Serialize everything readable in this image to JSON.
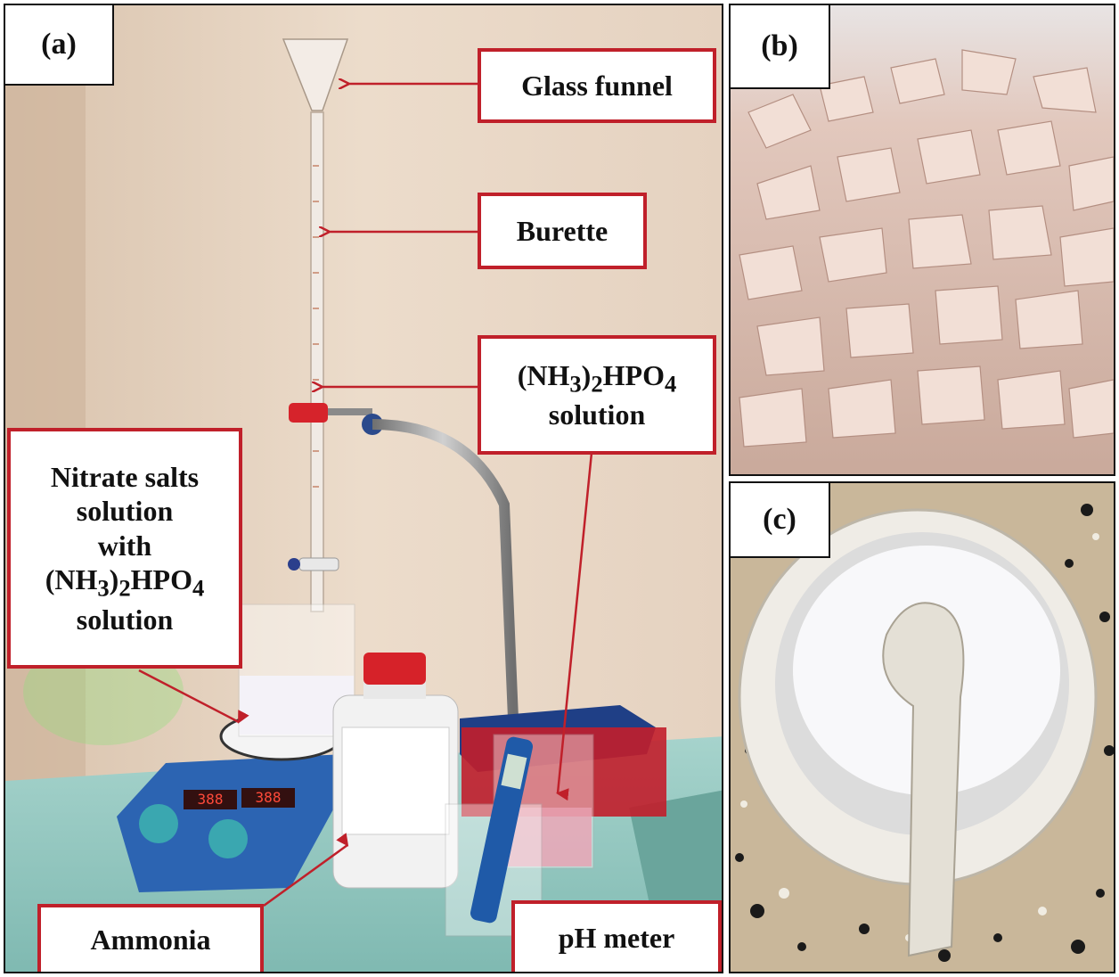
{
  "panels": {
    "a": {
      "letter": "(a)"
    },
    "b": {
      "letter": "(b)"
    },
    "c": {
      "letter": "(c)"
    }
  },
  "labels": {
    "glass_funnel": "Glass funnel",
    "burette": "Burette",
    "dap_solution": {
      "line1_pre": "(NH",
      "line1_sub1": "3",
      "line1_mid": ")",
      "line1_sub2": "2",
      "line1_post": "HPO",
      "line1_sub3": "4",
      "line2": "solution"
    },
    "nitrate": {
      "line1": "Nitrate salts",
      "line2": "solution",
      "line3": "with",
      "line4_pre": "(NH",
      "line4_sub1": "3",
      "line4_mid": ")",
      "line4_sub2": "2",
      "line4_post": "HPO",
      "line4_sub3": "4",
      "line5": "solution"
    },
    "ammonia": "Ammonia",
    "ph_meter": "pH meter"
  },
  "colors": {
    "label_border": "#c0202a",
    "arrow": "#c0202a",
    "wall": "#e8d6c4",
    "table": "#8fc7c0"
  },
  "stirrer_display": {
    "left": "388",
    "right": "388"
  }
}
